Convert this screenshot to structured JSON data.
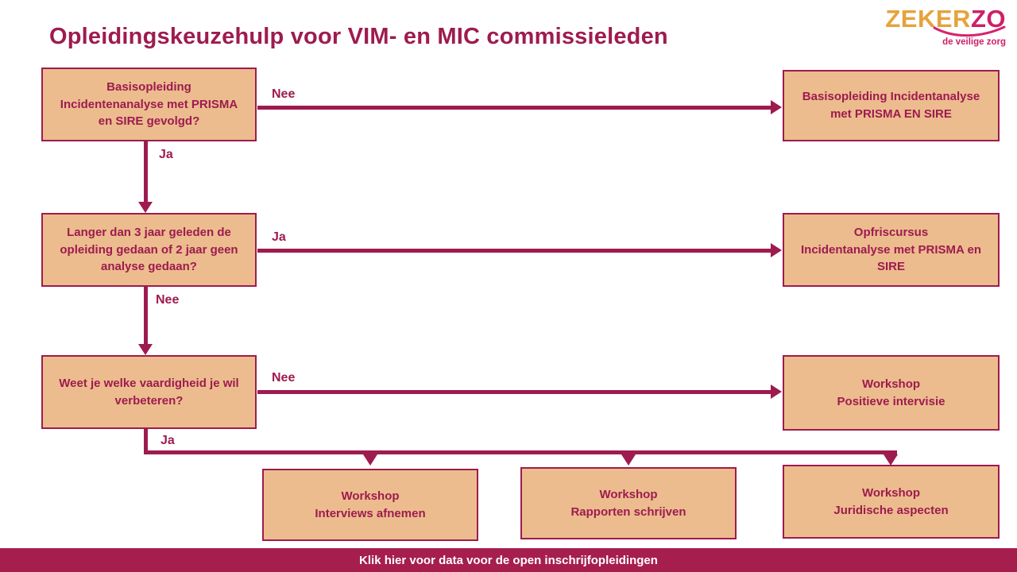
{
  "title": "Opleidingskeuzehulp voor VIM- en MIC commissieleden",
  "logo": {
    "zeker": "ZEKER",
    "zo": "ZO",
    "tagline": "de veilige zorg"
  },
  "colors": {
    "accent": "#9E1B4F",
    "box_fill": "#ECBC8E",
    "box_border": "#9E1B4F",
    "footer_bg": "#A61E4D",
    "logo_gold": "#E5A33C",
    "logo_pink": "#CE2069"
  },
  "flowchart": {
    "nodes": {
      "q1": "Basisopleiding\nIncidentenanalyse met PRISMA\nen SIRE gevolgd?",
      "q2": "Langer dan 3 jaar geleden de\nopleiding gedaan of 2 jaar geen\nanalyse gedaan?",
      "q3": "Weet je welke vaardigheid je wil\nverbeteren?",
      "r1": "Basisopleiding Incidentanalyse\nmet PRISMA EN SIRE",
      "r2": "Opfriscursus\nIncidentanalyse met PRISMA en\nSIRE",
      "r3": "Workshop\nPositieve intervisie",
      "w1": "Workshop\nInterviews afnemen",
      "w2": "Workshop\nRapporten schrijven",
      "w3": "Workshop\nJuridische aspecten"
    },
    "labels": {
      "q1_right": "Nee",
      "q1_down": "Ja",
      "q2_right": "Ja",
      "q2_down": "Nee",
      "q3_right": "Nee",
      "q3_down": "Ja"
    }
  },
  "footer": {
    "label": "Klik hier voor data voor de open inschrijfopleidingen"
  }
}
